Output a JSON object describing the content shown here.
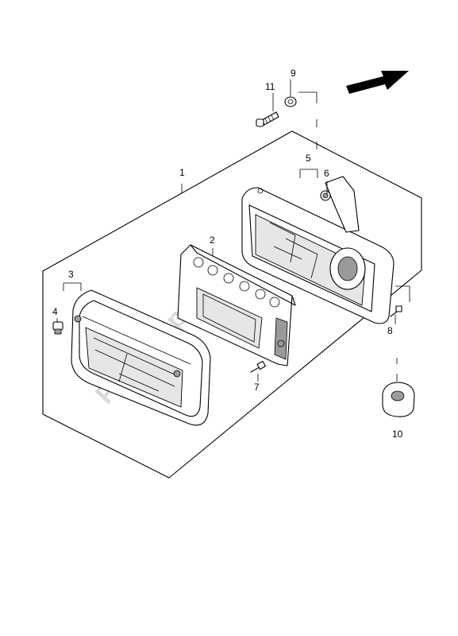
{
  "callouts": [
    {
      "id": "1",
      "text": "1"
    },
    {
      "id": "2",
      "text": "2"
    },
    {
      "id": "3",
      "text": "3"
    },
    {
      "id": "4",
      "text": "4"
    },
    {
      "id": "5",
      "text": "5"
    },
    {
      "id": "6",
      "text": "6"
    },
    {
      "id": "7",
      "text": "7"
    },
    {
      "id": "8",
      "text": "8"
    },
    {
      "id": "9",
      "text": "9"
    },
    {
      "id": "10",
      "text": "10"
    },
    {
      "id": "11",
      "text": "11"
    }
  ],
  "watermark": "PartsRepublik",
  "icons": {
    "direction_arrow": "front-direction-arrow-icon"
  }
}
